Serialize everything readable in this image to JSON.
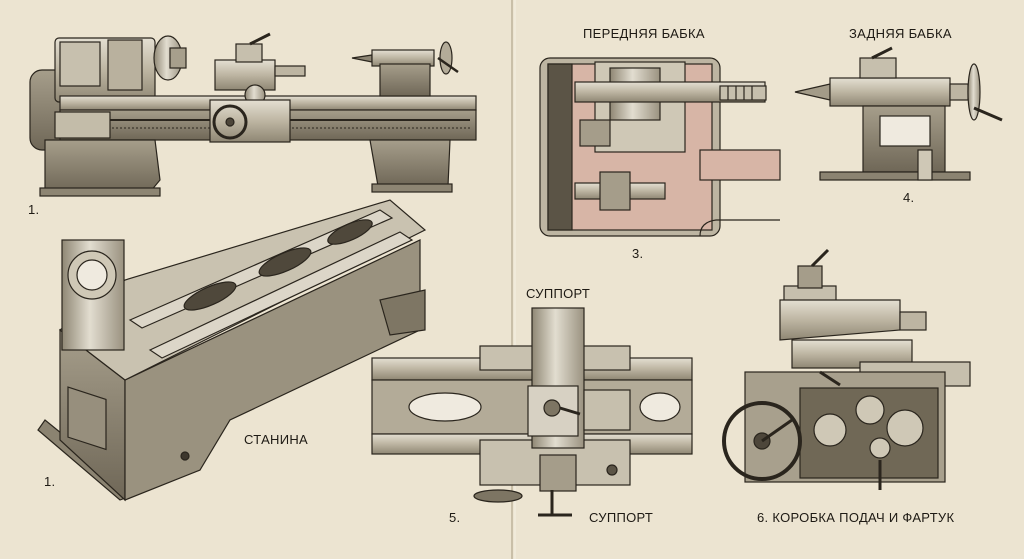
{
  "labels": {
    "fig1_top": "1.",
    "fig1_bottom": "1.",
    "headstock_title": "ПЕРЕДНЯЯ БАБКА",
    "tailstock_title": "ЗАДНЯЯ БАБКА",
    "fig3": "3.",
    "fig4": "4.",
    "support_top": "СУППОРТ",
    "support_bottom": "СУППОРТ",
    "fig5": "5.",
    "bed": "СТАНИНА",
    "fig6": "6. КОРОБКА ПОДАЧ И ФАРТУК"
  },
  "colors": {
    "paper": "#ece4d1",
    "ink": "#1e1a14",
    "metal_light": "#d8d2c2",
    "metal_mid": "#b3ab98",
    "metal_dark": "#6e6656",
    "cut_red": "#d49a84"
  }
}
